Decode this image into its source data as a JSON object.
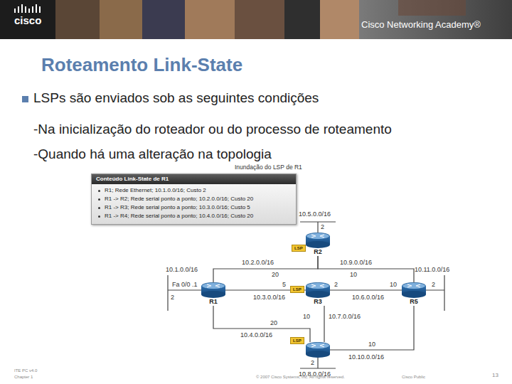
{
  "diagram": {
    "title": "Roteamento Link-State",
    "nodes": [
      {
        "text": [
          "Conteúdo Link-State de R1",
          "R1; Rede Ethernet; 10.1.0.0/16; Custo 2",
          "R1 -> R2; Rede serial ponto a ponto; 10.2.0.0/16; Custo 20",
          "R1 -> R3; Rede serial ponto a ponto; 10.3.0.0/16; Custo 5",
          "R1 -> R4; Rede serial ponto a ponto; 10.4.0.0/16; Custo 20"
        ]
      },
      {
        "text": [
          "R2"
        ]
      },
      {
        "text": [
          "R1"
        ]
      },
      {
        "text": [
          "R3"
        ]
      },
      {
        "text": [
          "R5"
        ]
      }
    ],
    "edges": [
      {
        "from": 2,
        "to": 1,
        "arrow": "none"
      },
      {
        "from": 2,
        "to": 3,
        "arrow": "none"
      },
      {
        "from": 1,
        "to": 4,
        "arrow": "none"
      },
      {
        "from": 3,
        "to": 4,
        "arrow": "none"
      }
    ],
    "labels": [
      "cisco",
      "Cisco Networking Academy®",
      "LSPs são enviados sob as seguintes condições",
      "-Na inicialização do roteador ou do processo de roteamento",
      "-Quando há uma alteração na topologia",
      "Inundação do LSP de R1",
      "10.5.0.0/16",
      "2",
      "10.2.0.0/16",
      "10.9.0.0/16",
      "20",
      "10",
      "10.1.0.0/16",
      "Fa 0/0 .1",
      "2",
      "5",
      "10.3.0.0/16",
      "2",
      "10.6.0.0/16",
      "10",
      "10.11.0.0/16",
      "2",
      "20",
      "10.4.0.0/16",
      "10",
      "10.7.0.0/16",
      "10",
      "10.10.0.0/16",
      "2",
      "10.8.0.0/16",
      "LSP",
      "LSP",
      "LSP",
      "ITE PC v4.0",
      "Chapter 1",
      "© 2007 Cisco Systems, Inc. All rights reserved.",
      "Cisco Public",
      "13"
    ]
  }
}
